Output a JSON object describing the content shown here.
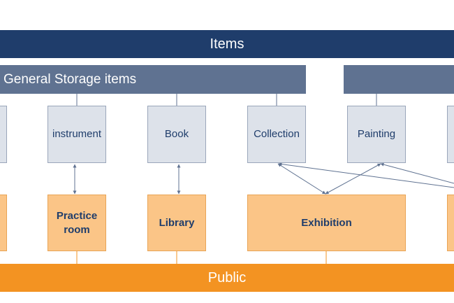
{
  "top_bar": {
    "label": "Items"
  },
  "groups": [
    {
      "label": "General Storage items"
    },
    {
      "label": ""
    }
  ],
  "items": [
    {
      "label": ""
    },
    {
      "label": "instrument"
    },
    {
      "label": "Book"
    },
    {
      "label": "Collection"
    },
    {
      "label": "Painting"
    },
    {
      "label": ""
    }
  ],
  "spaces": [
    {
      "label": ""
    },
    {
      "label": "Practice\nroom"
    },
    {
      "label": "Library"
    },
    {
      "label": "Exhibition"
    },
    {
      "label": ""
    }
  ],
  "bottom_bar": {
    "label": "Public"
  },
  "colors": {
    "items_bar": "#1f3d6b",
    "group_bar": "#5f7291",
    "item_node": "#dde2ea",
    "space_node": "#fbc587",
    "public_bar": "#f39322",
    "connector": "#5f7291"
  }
}
